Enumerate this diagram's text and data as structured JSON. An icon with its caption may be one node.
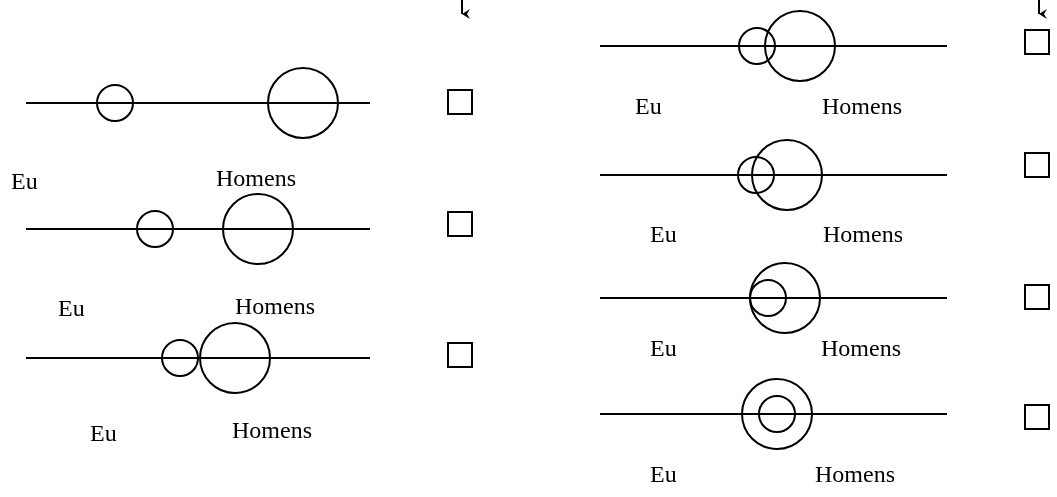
{
  "diagram": {
    "labels": [
      "Eu",
      "Homens",
      "Eu",
      "Homens",
      "Eu",
      "Homens",
      "Eu",
      "Homens",
      "Eu",
      "Homens",
      "Eu",
      "Homens",
      "Eu",
      "Homens"
    ]
  }
}
